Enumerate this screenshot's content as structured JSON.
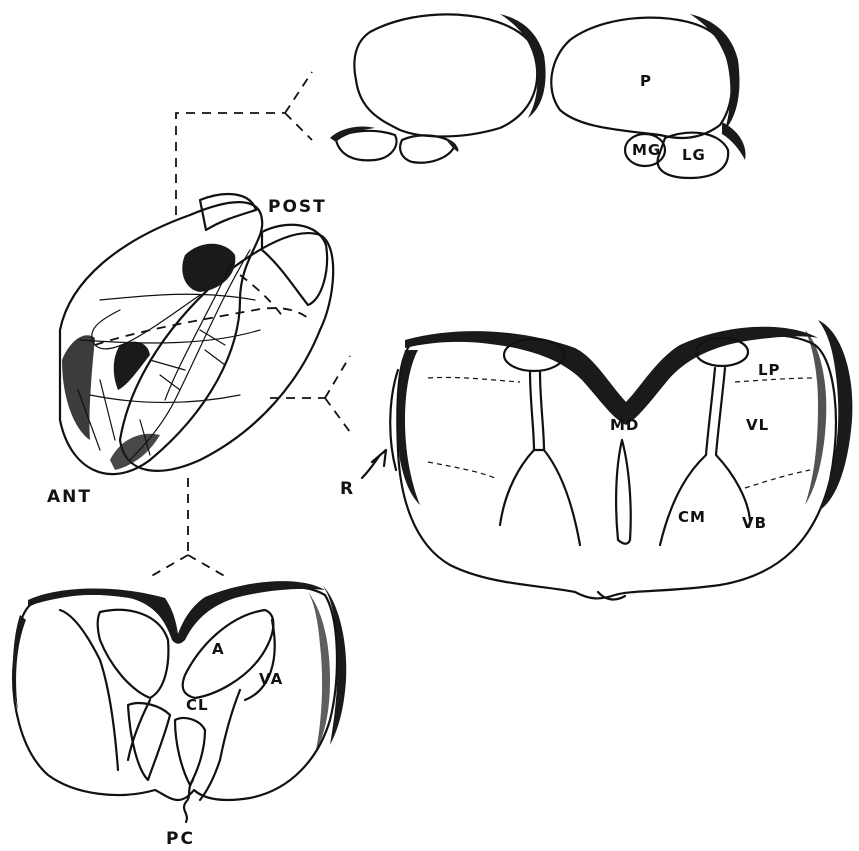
{
  "colors": {
    "ink": "#111111",
    "background": "#ffffff"
  },
  "labels": {
    "post": "POST",
    "ant": "ANT",
    "p": "P",
    "mg": "MG",
    "lg": "LG",
    "lp": "LP",
    "md": "MD",
    "vl": "VL",
    "cm": "CM",
    "vb": "VB",
    "r": "R",
    "a": "A",
    "va": "VA",
    "cl": "CL",
    "pc": "PC"
  }
}
